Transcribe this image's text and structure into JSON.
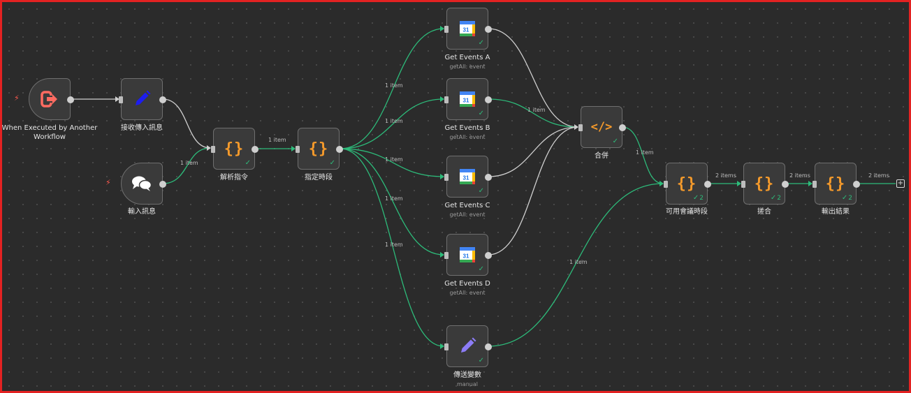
{
  "colors": {
    "edge_success": "#2dbb7a",
    "edge_default": "#d0d0d0",
    "canvas_bg": "#2b2b2b",
    "selection_border": "#e32222",
    "trigger_red": "#ff6b61",
    "code_orange": "#f59a2b",
    "pencil_blue": "#1d1df0",
    "pencil_purple": "#8c7cf6"
  },
  "nodes": {
    "trigger": {
      "icon": "sign-out-icon",
      "label": "When Executed by Another Workflow"
    },
    "receive": {
      "icon": "pencil-icon",
      "label": "接收傳入訊息"
    },
    "chat": {
      "icon": "chat-bubbles-icon",
      "label": "輸入訊息"
    },
    "parse": {
      "icon": "braces-icon",
      "glyph": "{}",
      "label": "解析指令"
    },
    "period": {
      "icon": "braces-icon",
      "glyph": "{}",
      "label": "指定時段"
    },
    "events_a": {
      "icon": "google-calendar-icon",
      "glyph": "31",
      "label": "Get Events A",
      "sub": "getAll: event"
    },
    "events_b": {
      "icon": "google-calendar-icon",
      "glyph": "31",
      "label": "Get Events B",
      "sub": "getAll: event"
    },
    "events_c": {
      "icon": "google-calendar-icon",
      "glyph": "31",
      "label": "Get Events C",
      "sub": "getAll: event"
    },
    "events_d": {
      "icon": "google-calendar-icon",
      "glyph": "31",
      "label": "Get Events D",
      "sub": "getAll: event"
    },
    "send": {
      "icon": "pencil-icon",
      "label": "傳送變數",
      "sub": "manual"
    },
    "merge": {
      "icon": "code-icon",
      "glyph": "</>",
      "label": "合併"
    },
    "available": {
      "icon": "braces-icon",
      "glyph": "{}",
      "label": "可用會議時段",
      "count": "2"
    },
    "concat": {
      "icon": "braces-icon",
      "glyph": "{}",
      "label": "搓合",
      "count": "2"
    },
    "output": {
      "icon": "braces-icon",
      "glyph": "{}",
      "label": "輸出結果",
      "count": "2"
    }
  },
  "edges": {
    "chat_parse": "1 item",
    "parse_period": "1 item",
    "period_a": "1 item",
    "period_b": "1 item",
    "period_c": "1 item",
    "period_d": "1 item",
    "period_send": "1 item",
    "b_merge": "1 item",
    "merge_available": "1 item",
    "send_available": "1 item",
    "available_concat": "2 items",
    "concat_output": "2 items",
    "output_end": "2 items"
  },
  "check_mark": "✓",
  "add_symbol": "+"
}
